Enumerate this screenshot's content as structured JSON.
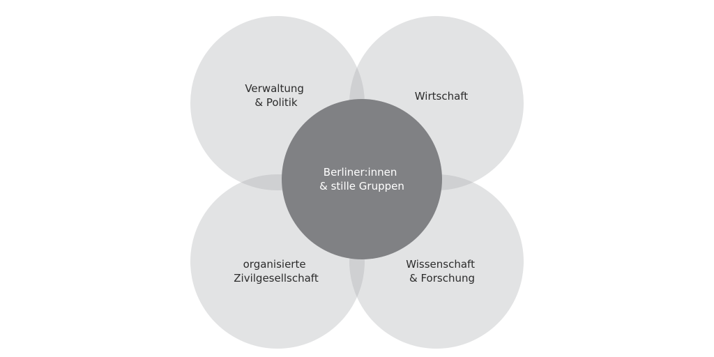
{
  "diagram": {
    "colors": {
      "outer_circle": "#e2e3e4",
      "overlap": "#cfd0d2",
      "center_circle": "#808184",
      "outer_text": "#2b2b2b",
      "center_text": "#ffffff",
      "background": "#ffffff"
    },
    "outer": {
      "top_left": {
        "line1": "Verwaltung",
        "line2": "& Politik"
      },
      "top_right": {
        "line1": "Wirtschaft",
        "line2": ""
      },
      "bottom_left": {
        "line1": "organisierte",
        "line2": "Zivilgesellschaft"
      },
      "bottom_right": {
        "line1": "Wissenschaft",
        "line2": "& Forschung"
      }
    },
    "center": {
      "line1": "Berliner:innen",
      "line2": "& stille Gruppen"
    }
  }
}
